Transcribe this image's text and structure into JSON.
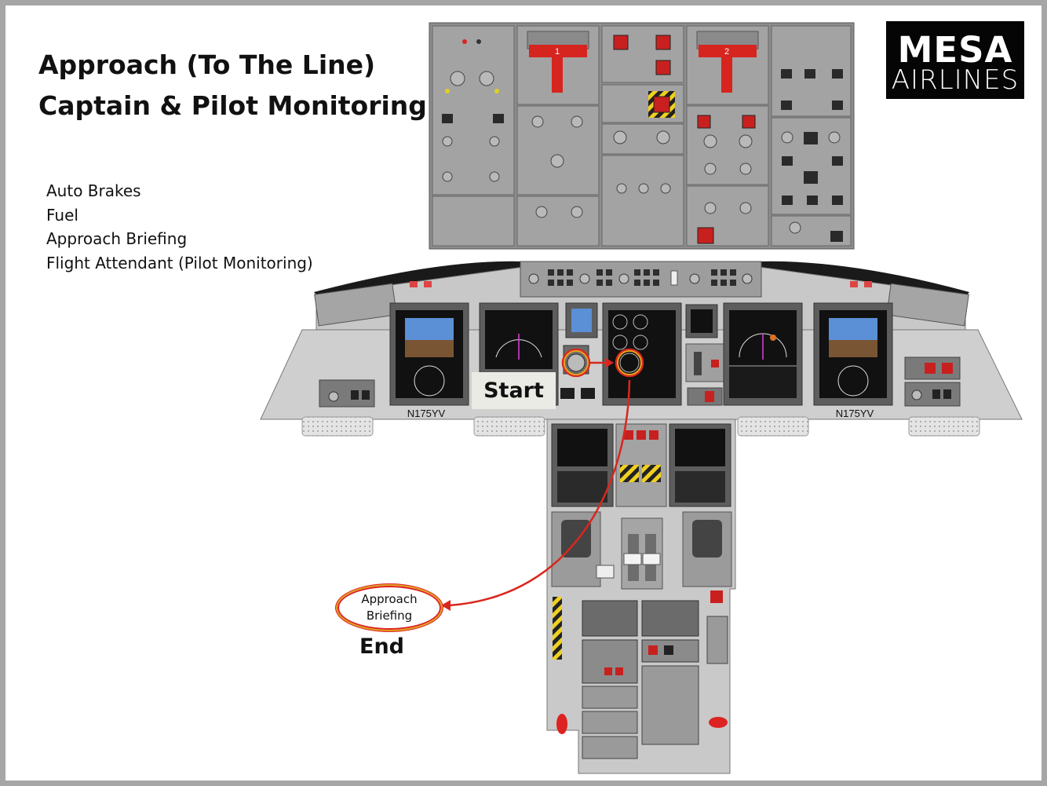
{
  "title_line1": "Approach (To The Line)",
  "title_line2": "Captain & Pilot Monitoring",
  "checklist": [
    "Auto Brakes",
    "Fuel",
    "Approach Briefing",
    "Flight Attendant (Pilot Monitoring)"
  ],
  "logo": {
    "line1": "MESA",
    "line2": "AIRLINES"
  },
  "start_label": "Start",
  "end_label": "End",
  "end_bubble_line1": "Approach",
  "end_bubble_line2": "Briefing",
  "tail_number_left": "N175YV",
  "tail_number_right": "N175YV",
  "overhead_engine_handles": [
    "1",
    "2"
  ],
  "colors": {
    "panel_gray": "#9a9a9a",
    "panel_dark": "#5a5a5a",
    "switch_red": "#c8201e",
    "arrow_red": "#d9271e",
    "highlight_orange": "#e6a21e",
    "screen_blue": "#5b8fd6",
    "screen_brown": "#7a5533"
  }
}
